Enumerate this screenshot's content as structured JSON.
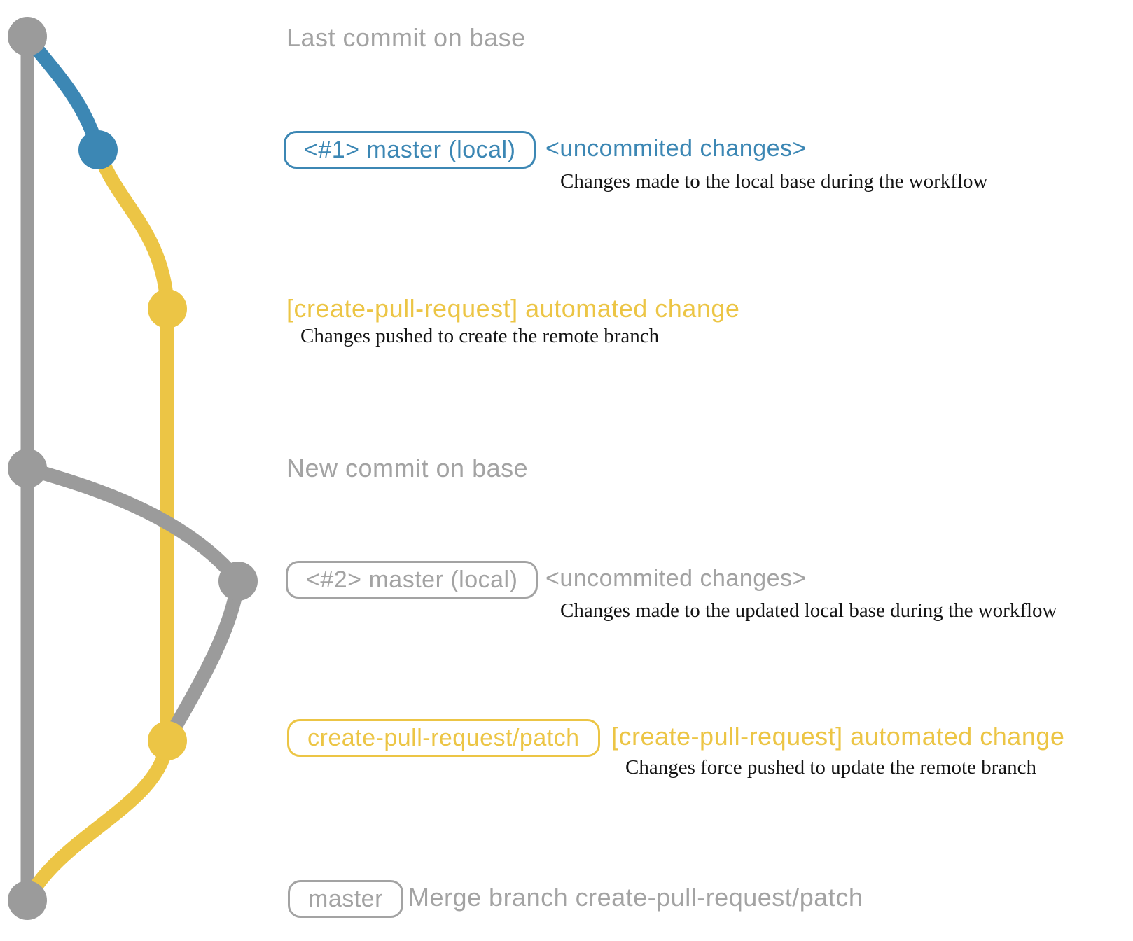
{
  "colors": {
    "branch-gray": "#9b9b9b",
    "branch-blue": "#3c87b4",
    "branch-yellow": "#ecc545",
    "text-gray": "#a3a3a3",
    "text-black": "#141414"
  },
  "graph": {
    "base_branch": "master (base)",
    "commits": [
      {
        "id": "base-1",
        "branch": "base",
        "color": "#9b9b9b",
        "label": "Last commit on base"
      },
      {
        "id": "local-1",
        "branch": "local",
        "color": "#3c87b4",
        "label": "<#1> master (local)"
      },
      {
        "id": "patch-1",
        "branch": "patch",
        "color": "#ecc545",
        "label": "[create-pull-request] automated change"
      },
      {
        "id": "base-2",
        "branch": "base",
        "color": "#9b9b9b",
        "label": "New commit on base"
      },
      {
        "id": "local-2",
        "branch": "local",
        "color": "#9b9b9b",
        "label": "<#2> master (local)"
      },
      {
        "id": "patch-2",
        "branch": "patch",
        "color": "#ecc545",
        "label": "create-pull-request/patch"
      },
      {
        "id": "merge-1",
        "branch": "base",
        "color": "#9b9b9b",
        "label": "Merge branch create-pull-request/patch"
      }
    ]
  },
  "rows": {
    "last_commit": {
      "label": "Last commit on base"
    },
    "first_local": {
      "badge": "<#1> master (local)",
      "note": "<uncommited changes>",
      "desc": "Changes made to the local base during the workflow"
    },
    "first_push": {
      "message": "[create-pull-request] automated change",
      "desc": "Changes pushed to create the remote branch"
    },
    "new_commit": {
      "label": "New commit on base"
    },
    "second_local": {
      "badge": "<#2> master (local)",
      "note": "<uncommited changes>",
      "desc": "Changes made to the updated local base during the workflow"
    },
    "force_push": {
      "badge": "create-pull-request/patch",
      "message": "[create-pull-request] automated change",
      "desc": "Changes force pushed to update the remote branch"
    },
    "merge": {
      "badge": "master",
      "message": "Merge branch create-pull-request/patch"
    }
  }
}
